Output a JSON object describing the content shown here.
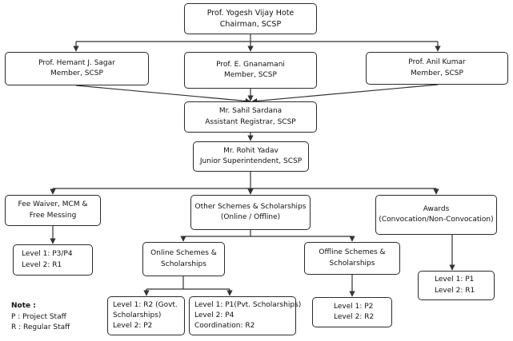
{
  "chairman": {
    "line1": "Prof. Yogesh Vijay Hote",
    "line2": "Chairman, SCSP"
  },
  "members": [
    {
      "line1": "Prof. Hemant J. Sagar",
      "line2": "Member, SCSP"
    },
    {
      "line1": "Prof. E. Gnanamani",
      "line2": "Member, SCSP"
    },
    {
      "line1": "Prof. Anil Kumar",
      "line2": "Member, SCSP"
    }
  ],
  "assistant_registrar": {
    "line1": "Mr. Sahil Sardana",
    "line2": "Assistant Registrar, SCSP"
  },
  "junior_superintendent": {
    "line1": "Mr. Rohit Yadav",
    "line2": "Junior Superintendent, SCSP"
  },
  "fee_waiver": {
    "line1": "Fee Waiver, MCM &",
    "line2": "Free Messing",
    "staff": {
      "line1": "Level 1: P3/P4",
      "line2": "Level 2: R1"
    }
  },
  "other_schemes": {
    "line1": "Other Schemes & Scholarships",
    "line2": "(Online / Offline)"
  },
  "awards": {
    "line1": "Awards",
    "line2": "(Convocation/Non-Convocation)",
    "staff": {
      "line1": "Level 1: P1",
      "line2": "Level 2: R1"
    }
  },
  "online_schemes": {
    "line1": "Online Schemes &",
    "line2": "Scholarships",
    "govt_staff": {
      "line1": "Level 1: R2 (Govt.",
      "line2": "Scholarships)",
      "line3": "Level 2: P2"
    },
    "pvt_staff": {
      "line1": "Level 1: P1(Pvt. Scholarships)",
      "line2": "Level 2: P4",
      "line3": "Coordination: R2"
    }
  },
  "offline_schemes": {
    "line1": "Offline Schemes &",
    "line2": "Scholarships",
    "staff": {
      "line1": "Level 1: P2",
      "line2": "Level 2: R2"
    }
  },
  "note": {
    "title": "Note :",
    "items": [
      "P : Project Staff",
      "R : Regular Staff"
    ]
  }
}
